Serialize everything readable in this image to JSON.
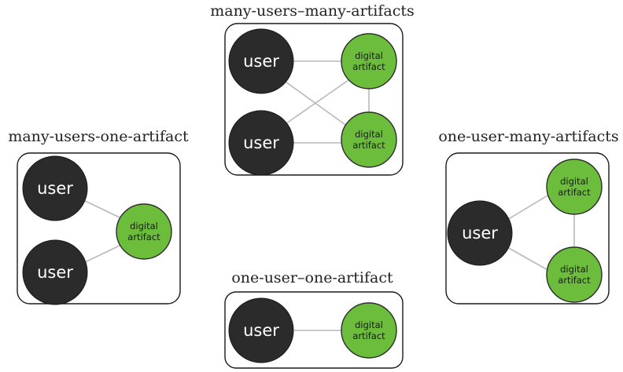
{
  "colors": {
    "user": "#2b2b2b",
    "artifact": "#6cbd3c"
  },
  "labels": {
    "user": "user",
    "artifact_line1": "digital",
    "artifact_line2": "artifact"
  },
  "groups": {
    "many_users_many_artifacts": {
      "title": "many-users–many-artifacts"
    },
    "many_users_one_artifact": {
      "title": "many-users-one-artifact"
    },
    "one_user_many_artifacts": {
      "title": "one-user-many-artifacts"
    },
    "one_user_one_artifact": {
      "title": "one-user–one-artifact"
    }
  }
}
